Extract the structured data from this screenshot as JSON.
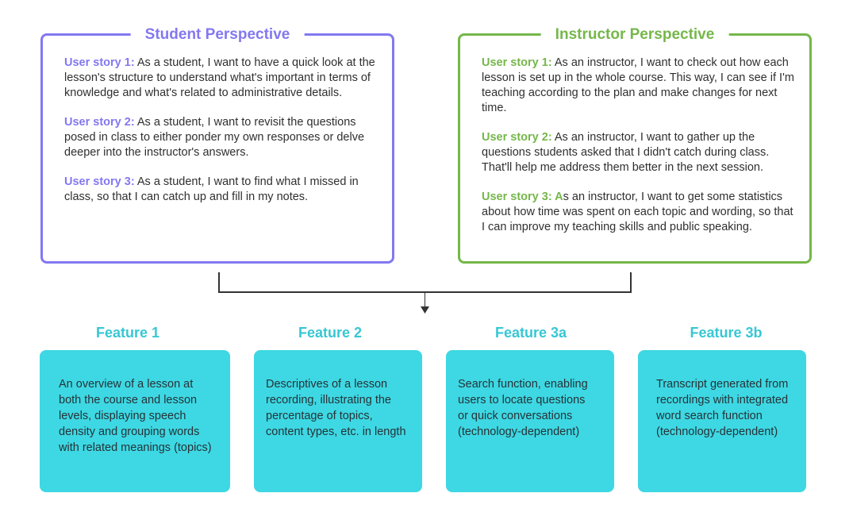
{
  "student": {
    "title": "Student Perspective",
    "stories": [
      {
        "label": "User story 1:",
        "text": " As a student, I want to have a quick look at the lesson's structure to understand what's important in terms of knowledge and what's related to administrative details."
      },
      {
        "label": "User story 2:",
        "text": " As a student, I want to revisit the questions posed in class to either ponder my own responses or delve deeper into the instructor's answers."
      },
      {
        "label": "User story 3:",
        "text": " As a student, I want to find what I missed in class, so that I can catch up and fill in my notes."
      }
    ]
  },
  "instructor": {
    "title": "Instructor Perspective",
    "stories": [
      {
        "label": "User story 1:",
        "text": " As an instructor, I want to check out how each lesson is set up in the whole course. This way, I can see if I'm teaching according to the plan and make changes for next time."
      },
      {
        "label": "User story 2:",
        "text": " As an instructor, I want to gather up the questions students asked that I didn't catch during class. That'll help me address them better in the next session."
      },
      {
        "label": "User story 3: A",
        "text": "s an instructor, I want to get some statistics about how time was spent on each topic and wording, so that I can improve my teaching skills and public speaking."
      }
    ]
  },
  "features": [
    {
      "title": "Feature 1",
      "description": "An overview of a lesson at both the course and lesson levels, displaying speech density and grouping words with related meanings (topics)"
    },
    {
      "title": "Feature 2",
      "description": "Descriptives of a lesson recording, illustrating the percentage of topics, content types, etc. in length"
    },
    {
      "title": "Feature 3a",
      "description": "Search function, enabling users to locate questions or quick conversations (technology-dependent)"
    },
    {
      "title": "Feature 3b",
      "description": "Transcript generated from recordings with integrated word search function (technology-dependent)"
    }
  ],
  "colors": {
    "student_accent": "#8378f0",
    "instructor_accent": "#75b74a",
    "feature_title": "#37c7d4",
    "feature_box": "#3dd8e3",
    "connector": "#333333"
  }
}
